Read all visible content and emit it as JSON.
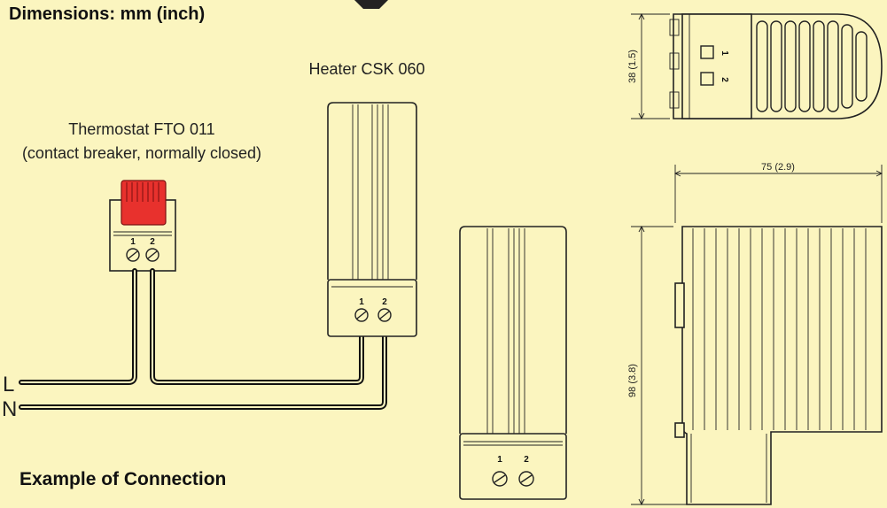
{
  "header": {
    "dimensions_title": "Dimensions: mm (inch)"
  },
  "thermostat": {
    "name": "Thermostat FTO 011",
    "description": "(contact breaker, normally closed)",
    "pin1": "1",
    "pin2": "2"
  },
  "heater": {
    "name": "Heater CSK 060",
    "pin1": "1",
    "pin2": "2"
  },
  "front_view": {
    "pin1": "1",
    "pin2": "2"
  },
  "wiring": {
    "line_label": "L",
    "neutral_label": "N"
  },
  "footer": {
    "connection_title": "Example of Connection"
  },
  "dimensions": {
    "top_height": "38 (1.5)",
    "width": "75 (2.9)",
    "height": "98 (3.8)"
  },
  "colors": {
    "background": "#fbf5bf",
    "thermostat_cap": "#e8312d",
    "line": "#222222"
  }
}
